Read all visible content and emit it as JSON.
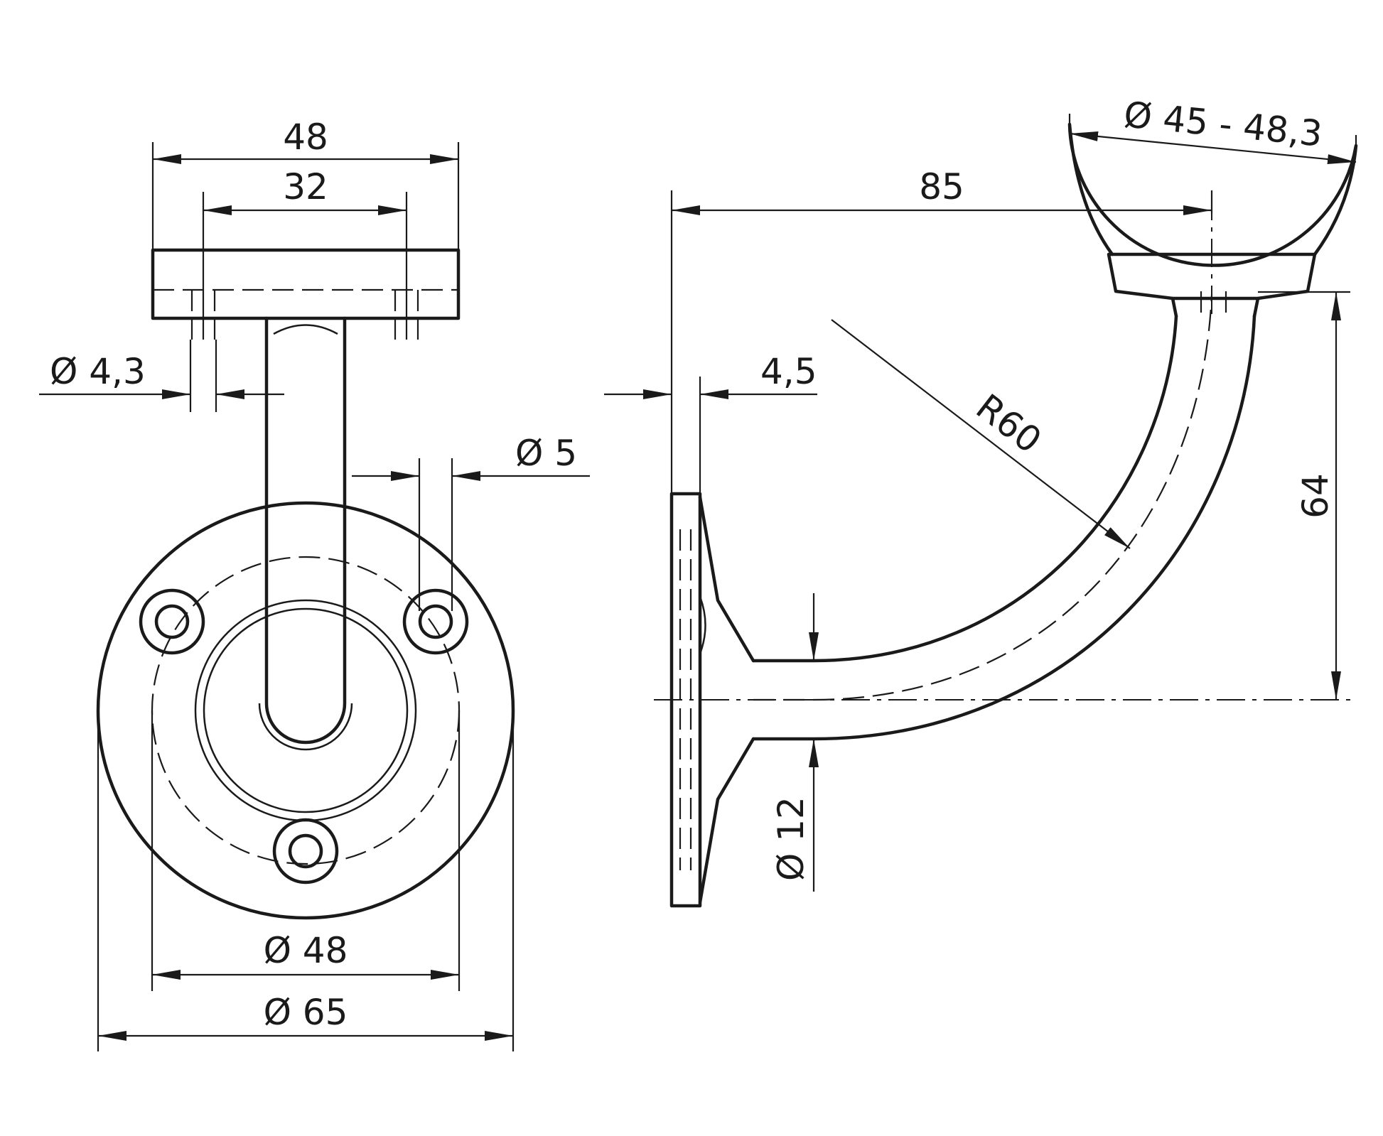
{
  "front_view": {
    "plate_width": "48",
    "hole_spacing": "32",
    "screw_hole_dia": "Ø 4,3",
    "mount_hole_dia": "Ø 5",
    "bolt_circle_dia": "Ø 48",
    "base_dia": "Ø 65"
  },
  "side_view": {
    "projection": "85",
    "rail_dia": "Ø 45 - 48,3",
    "base_thickness": "4,5",
    "bend_radius": "R60",
    "height": "64",
    "rod_dia": "Ø 12"
  }
}
